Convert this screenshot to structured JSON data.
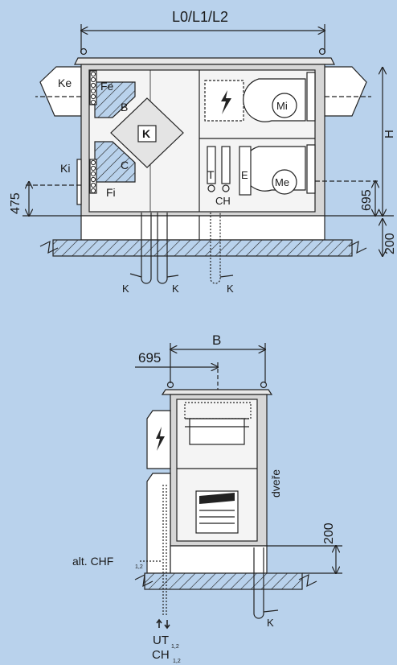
{
  "top_view": {
    "dim_length": "L0/L1/L2",
    "dim_height": "H",
    "dim_left_475": "475",
    "dim_right_695": "695",
    "dim_right_200": "200",
    "labels": {
      "ke": "Ke",
      "fe": "Fe",
      "b": "B",
      "k_box": "K",
      "ki": "Ki",
      "c": "C",
      "fi": "Fi",
      "mi": "Mi",
      "me": "Me",
      "t": "T",
      "e": "E",
      "ch": "CH",
      "drain_1": "K",
      "drain_2": "K",
      "drain_3": "K"
    }
  },
  "side_view": {
    "dim_width": "B",
    "dim_695": "695",
    "dim_200": "200",
    "door_label": "dveře",
    "alt_chf": "alt. CHF",
    "alt_chf_sub": "1,2",
    "ut": "UT",
    "ut_sub": "1,2",
    "ch": "CH",
    "ch_sub": "1,2",
    "drain": "K"
  }
}
